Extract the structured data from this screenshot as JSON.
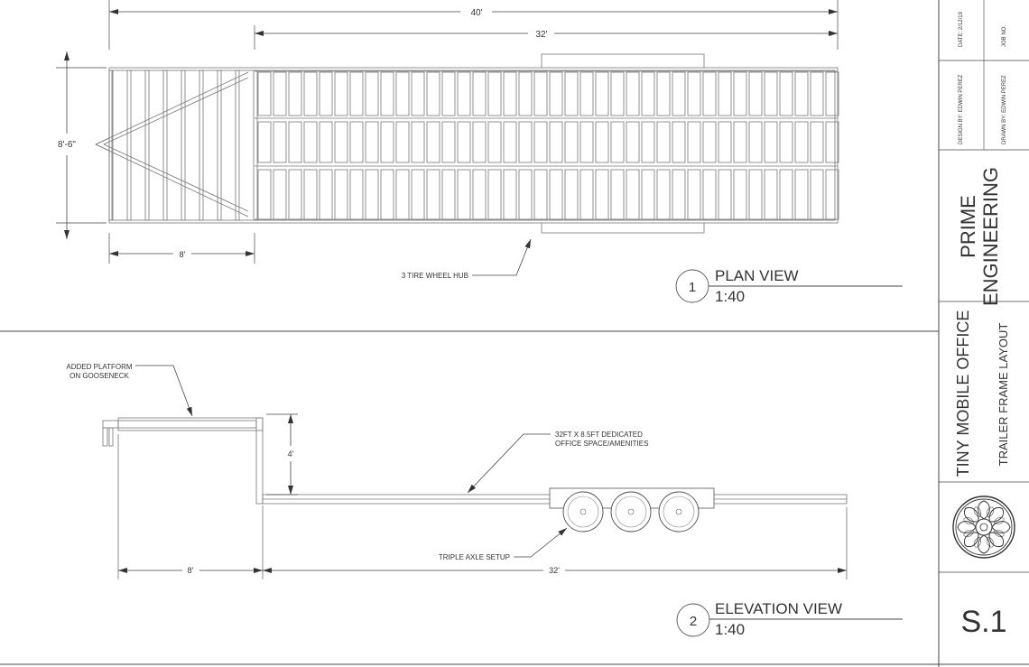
{
  "plan": {
    "dim_overall": "40'",
    "dim_box": "32'",
    "dim_width": "8'-6\"",
    "dim_gooseneck": "8'",
    "callout_hub": "3 TIRE WHEEL HUB",
    "view_number": "1",
    "view_title": "PLAN VIEW",
    "view_scale": "1:40"
  },
  "elevation": {
    "callout_platform_line1": "ADDED PLATFORM",
    "callout_platform_line2": "ON GOOSENECK",
    "dim_height": "4'",
    "callout_space_line1": "32FT X 8.5FT DEDICATED",
    "callout_space_line2": "OFFICE SPACE/AMENITIES",
    "callout_axle": "TRIPLE AXLE SETUP",
    "dim_gooseneck": "8'",
    "dim_box": "32'",
    "view_number": "2",
    "view_title": "ELEVATION VIEW",
    "view_scale": "1:40"
  },
  "title_block": {
    "date": "DATE: 2/12/19",
    "job_no": "JOB NO.",
    "design_by": "DESIGN BY: EDWIN PEREZ",
    "drawn_by": "DRAWN BY: EDWIN PEREZ",
    "company_line1": "PRIME",
    "company_line2": "ENGINEERING",
    "project_title": "TINY MOBILE OFFICE",
    "sheet_title": "TRAILER FRAME LAYOUT",
    "logo_icon": "lotus-emblem-icon",
    "sheet_number": "S.1"
  },
  "colors": {
    "line": "#444444",
    "frame": "#777777",
    "background": "#ffffff"
  }
}
